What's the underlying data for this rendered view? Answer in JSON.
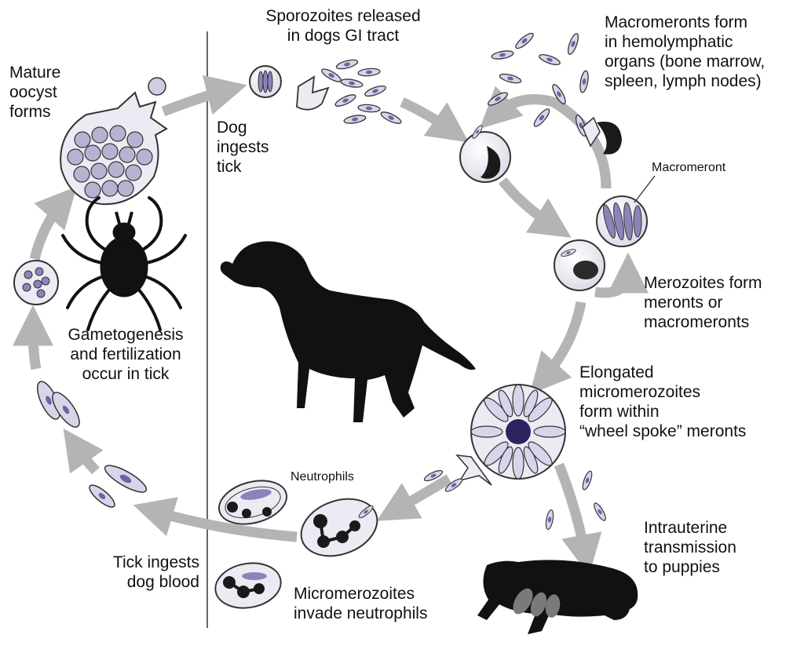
{
  "labels": {
    "mature_oocyst": "Mature\noocyst\nforms",
    "sporozoites_released": "Sporozoites released\nin dogs GI tract",
    "macromeronts_form": "Macromeronts form\nin hemolymphatic\norgans (bone marrow,\nspleen, lymph nodes)",
    "macromeront": "Macromeront",
    "dog_ingests_tick": "Dog\ningests\ntick",
    "merozoites_form": "Merozoites form\nmeronts or\nmacromeronts",
    "gametogenesis": "Gametogenesis\nand fertilization\noccur in tick",
    "elongated_micromerozoites": "Elongated\nmicromerozoites\nform within\n“wheel spoke” meronts",
    "neutrophils": "Neutrophils",
    "intrauterine": "Intrauterine\ntransmission\nto puppies",
    "tick_ingests_blood": "Tick ingests\ndog blood",
    "micromerozoites_invade": "Micromerozoites\ninvade neutrophils"
  },
  "colors": {
    "arrow": "#b4b4b4",
    "cell_fill": "#f1eef6",
    "cell_outline": "#333333",
    "parasite": "#8c84b8",
    "parasite_dark": "#4a4480",
    "nucleus": "#2a2a2a",
    "silhouette": "#111111",
    "divider": "#333333"
  }
}
